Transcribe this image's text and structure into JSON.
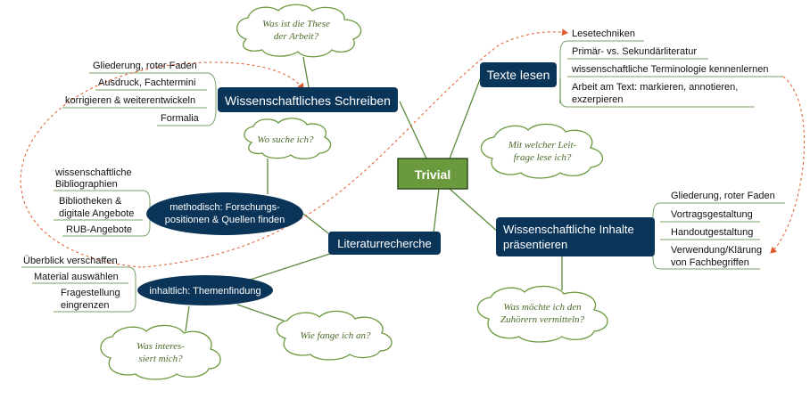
{
  "center": {
    "label": "Trivial"
  },
  "branches": {
    "schreiben": {
      "label": "Wissenschaftliches Schreiben",
      "items": [
        "Gliederung, roter Faden",
        "Ausdruck, Fachtermini",
        "korrigieren & weiterentwickeln",
        "Formalia"
      ],
      "question": [
        "Was ist die These",
        "der Arbeit?"
      ]
    },
    "texte": {
      "label": "Texte lesen",
      "items": [
        "Lesetechniken",
        "Primär- vs. Sekundärliteratur",
        "wissenschaftliche Terminologie kennenlernen",
        "Arbeit am Text: markieren, annotieren,",
        "exzerpieren"
      ],
      "question": [
        "Mit welcher Leit-",
        "frage lese ich?"
      ]
    },
    "praesentieren": {
      "label": [
        "Wissenschaftliche Inhalte",
        "präsentieren"
      ],
      "items": [
        "Gliederung, roter Faden",
        "Vortragsgestaltung",
        "Handoutgestaltung",
        "Verwendung/Klärung",
        "von Fachbegriffen"
      ],
      "question": [
        "Was möchte ich den",
        "Zuhörern vermitteln?"
      ]
    },
    "recherche": {
      "label": "Literaturrecherche",
      "methodisch": {
        "label": [
          "methodisch: Forschungs-",
          "positionen & Quellen finden"
        ],
        "items": [
          "wissenschaftliche",
          "Bibliographien",
          "Bibliotheken &",
          "digitale Angebote",
          "RUB-Angebote"
        ],
        "question": "Wo suche ich?"
      },
      "inhaltlich": {
        "label": "inhaltlich: Themenfindung",
        "items": [
          "Überblick verschaffen",
          "Material auswählen",
          "Fragestellung",
          "eingrenzen"
        ],
        "question_left": [
          "Was interes-",
          "siert mich?"
        ],
        "question_right": "Wie fange ich an?"
      }
    }
  },
  "colors": {
    "branch_line": "#5a8a3c",
    "center_fill": "#6b9a3e",
    "center_border": "#2f4f1e",
    "node_fill": "#0b3558",
    "dashed_arrow": "#e05a2a",
    "cloud_fill": "#ffffff",
    "cloud_text": "#4a6b2a",
    "bracket_line": "#7aa06a"
  }
}
